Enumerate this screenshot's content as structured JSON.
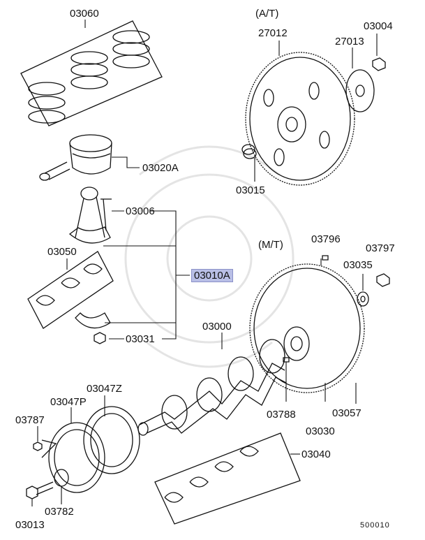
{
  "diagram": {
    "catalog_no": "500010",
    "section_at": "(A/T)",
    "section_mt": "(M/T)",
    "labels": {
      "l03060": "03060",
      "l03020A": "03020A",
      "l03006": "03006",
      "l03050": "03050",
      "l03010A": "03010A",
      "l03031": "03031",
      "l27012": "27012",
      "l27013": "27013",
      "l03004": "03004",
      "l03015": "03015",
      "l03796": "03796",
      "l03797": "03797",
      "l03035": "03035",
      "l03000": "03000",
      "l03788": "03788",
      "l03030": "03030",
      "l03057": "03057",
      "l03047Z": "03047Z",
      "l03047P": "03047P",
      "l03787": "03787",
      "l03040": "03040",
      "l03782": "03782",
      "l03013": "03013"
    }
  }
}
